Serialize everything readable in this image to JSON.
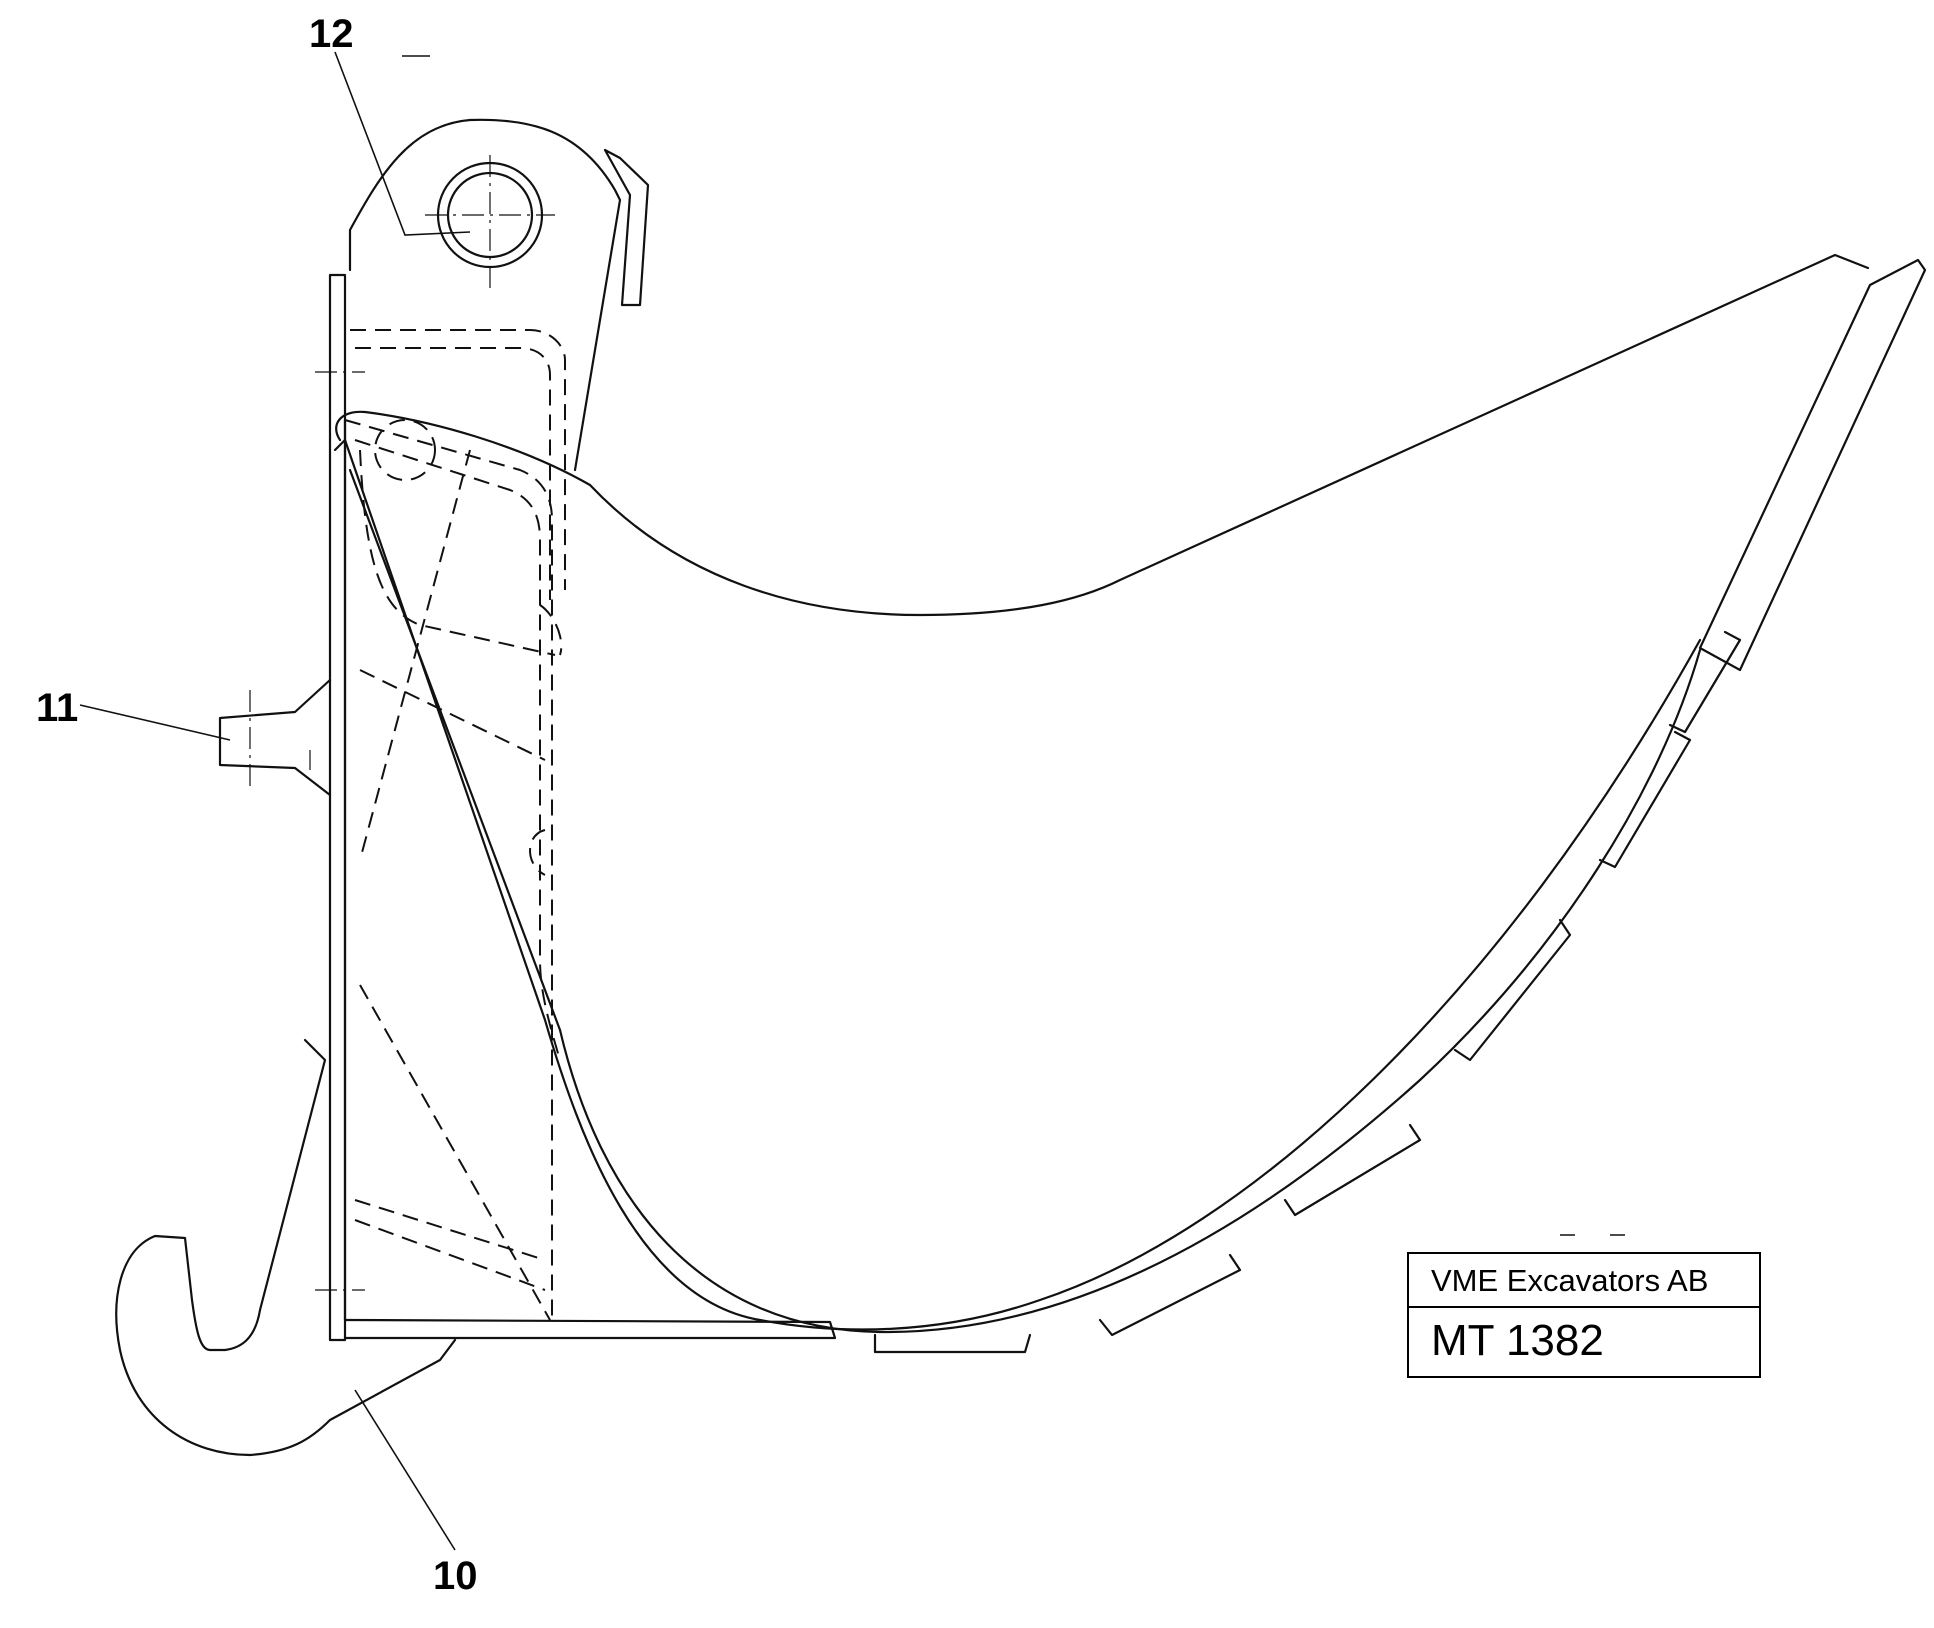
{
  "callouts": {
    "c10": "10",
    "c11": "11",
    "c12": "12"
  },
  "title_block": {
    "company": "VME Excavators AB",
    "drawing_number": "MT 1382"
  },
  "colors": {
    "line": "#111111",
    "background": "#ffffff"
  }
}
